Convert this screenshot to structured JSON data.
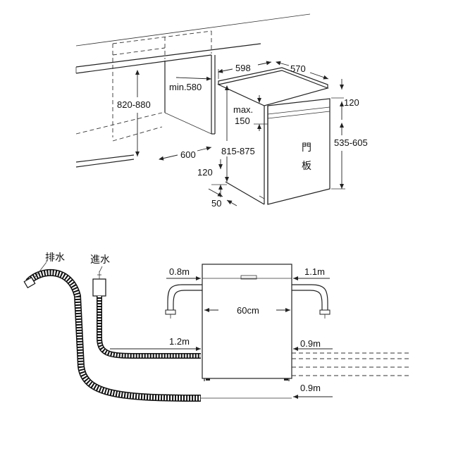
{
  "installation": {
    "labels": {
      "width_598": "598",
      "depth_570": "570",
      "top_120": "120",
      "min_580": "min.580",
      "max_label": "max.",
      "max_value": "150",
      "height_820_880": "820-880",
      "height_815_875": "815-875",
      "door_535_605": "535-605",
      "depth_600": "600",
      "plinth_120": "120",
      "plinth_50": "50",
      "door_char_1": "門",
      "door_char_2": "板"
    }
  },
  "hoses": {
    "labels": {
      "drain": "排水",
      "inlet": "進水",
      "left_0_8m": "0.8m",
      "right_1_1m": "1.1m",
      "width_60cm": "60cm",
      "drain_1_2m": "1.2m",
      "right_0_9m_top": "0.9m",
      "right_0_9m_bottom": "0.9m"
    }
  }
}
